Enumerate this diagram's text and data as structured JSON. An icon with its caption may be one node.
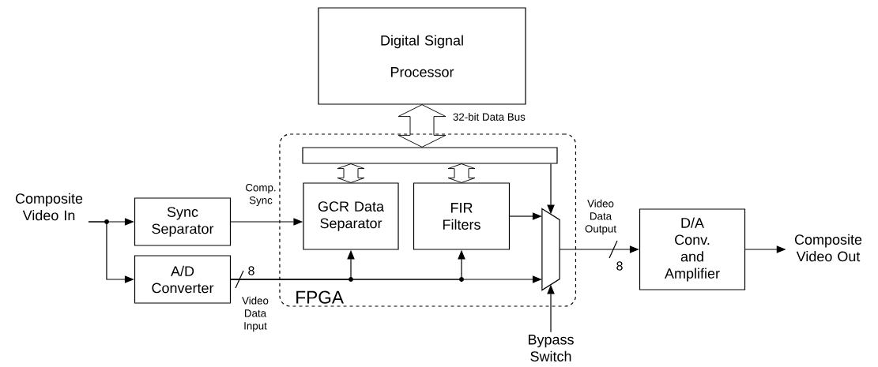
{
  "diagram": {
    "nodes": [
      {
        "text": [
          "Composite Video In"
        ]
      },
      {
        "text": [
          "Sync Separator"
        ]
      },
      {
        "text": [
          "A/D Converter"
        ]
      },
      {
        "text": [
          "FPGA"
        ]
      },
      {
        "text": [],
        "shape": "bar",
        "in": 3
      },
      {
        "text": [
          "GCR Data Separator"
        ],
        "in": 3
      },
      {
        "text": [
          "FIR Filters"
        ],
        "in": 3
      },
      {
        "text": [],
        "shape": "trapezoid",
        "in": 3
      },
      {
        "text": [
          "Digital Signal Processor"
        ]
      },
      {
        "text": [
          "D/A Conv. and Amplifier"
        ]
      },
      {
        "text": [
          "Composite Video Out"
        ]
      },
      {
        "text": [
          "Bypass Switch"
        ]
      }
    ],
    "edges": [
      {
        "from": 0,
        "to": 1,
        "arrow": "to"
      },
      {
        "from": 0,
        "to": 2,
        "arrow": "to"
      },
      {
        "from": 1,
        "to": 5,
        "arrow": "to",
        "label": "Comp. Sync"
      },
      {
        "from": 2,
        "to": 7,
        "arrow": "to",
        "label": "Video Data Input"
      },
      {
        "from": 2,
        "to": 5,
        "arrow": "to"
      },
      {
        "from": 2,
        "to": 6,
        "arrow": "to"
      },
      {
        "from": 8,
        "to": 4,
        "arrow": "both",
        "style": "thick",
        "label": "32-bit Data Bus"
      },
      {
        "from": 4,
        "to": 5,
        "arrow": "both",
        "style": "thick"
      },
      {
        "from": 4,
        "to": 6,
        "arrow": "both",
        "style": "thick"
      },
      {
        "from": 4,
        "to": 7,
        "arrow": "to"
      },
      {
        "from": 6,
        "to": 7,
        "arrow": "to"
      },
      {
        "from": 7,
        "to": 9,
        "arrow": "to",
        "label": "Video Data Output"
      },
      {
        "from": 9,
        "to": 10,
        "arrow": "to"
      },
      {
        "from": 11,
        "to": 7,
        "arrow": "to"
      }
    ],
    "labels": [
      "8",
      "8"
    ]
  }
}
